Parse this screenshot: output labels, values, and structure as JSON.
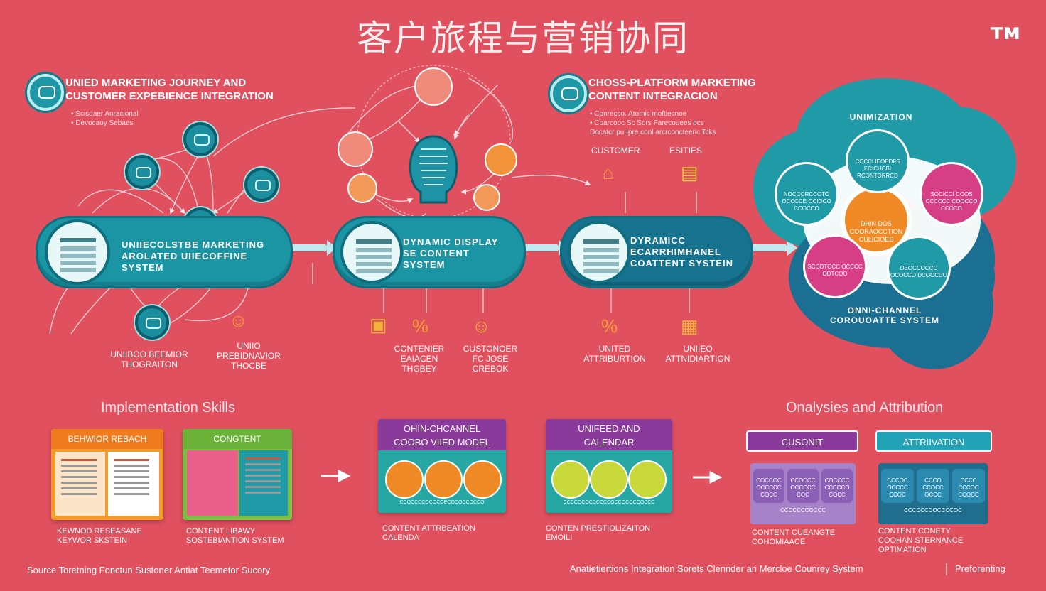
{
  "title": "客户旅程与营销协同",
  "logo": "ᴛᴍ",
  "section1": {
    "heading_line1": "UNIED MARKETING JOURNEY AND",
    "heading_line2": "CUSTOMER EXPEBIENCE INTEGRATION",
    "bullet1": "• Scisdaer Anracional",
    "bullet2": "• Devocaoy Sebaes"
  },
  "section2": {
    "heading_line1": "CHOSS-PLATFORM MARKETING",
    "heading_line2": "CONTENT INTEGRACION",
    "bullet1": "• Conrecco. Atomic moftiecnoe",
    "bullet2": "• Coarcooc Sc Sors Farecouees bcs",
    "bullet3": "Docatcr pu Ipre conl arcrconcteeric Tcks",
    "label_customer": "CUSTOMER",
    "label_entities": "ESITIES"
  },
  "pills": [
    {
      "line1": "UNIIECOLSTBE MARKETING",
      "line2": "AROLATED UIIECOFFINE SYSTEM"
    },
    {
      "line1": "DYNAMIC DISPLAY",
      "line2": "SE CONTENT",
      "line3": "SYSTEM"
    },
    {
      "line1": "DYRAMICC",
      "line2": "ECARRHIMHANEL",
      "line3": "COATTENT SYSTEIN"
    }
  ],
  "bottom_labels": [
    {
      "line1": "UNIIBOO BEEMIOR",
      "line2": "THOGRAITON"
    },
    {
      "line1": "UNIIO",
      "line2": "PREBIDNAVIOR",
      "line3": "THOCBE"
    },
    {
      "line1": "CONTENIER",
      "line2": "EAIACEN",
      "line3": "THGBEY"
    },
    {
      "line1": "CUSTONOER",
      "line2": "FC JOSE",
      "line3": "CREBOK"
    },
    {
      "line1": "UNITED",
      "line2": "ATTRIBURTION"
    },
    {
      "line1": "UNIIEO",
      "line2": "ATTNIDIARTION"
    }
  ],
  "cloud": {
    "top_label": "UNIMIZATION",
    "bottom_label_line1": "ONNI-CHANNEL",
    "bottom_label_line2": "COROUOATTE SYSTEM",
    "center_line1": "DHIN DOS",
    "center_line2": "COORAOCCTION",
    "center_line3": "CULICIOES",
    "sat_top": "COCCLIEOEDFS ECICHCBI RCONTORRCD",
    "sat_left": "NOCCORCCOTO OCCCCE OCIOCO CCOCCO",
    "sat_right": "SOCICCI COOS CCCCCC COOCCO CCOCO",
    "sat_bottom_left": "SCCOTOCC OCCCC ODTCOO",
    "sat_bottom_right": "DEOCCOCCC OCOCCO DCOOCCO"
  },
  "implementation": {
    "heading": "Implementation Skills",
    "card1_head": "BEHWIOR REBACH",
    "card1_label_line1": "KEWNOD RESEASANE",
    "card1_label_line2": "KEYWOR SKSTEIN",
    "card2_head": "CONGTENT",
    "card2_label_line1": "CONTENT LIBAWY",
    "card2_label_line2": "SOSTEBIANTION SYSTEM",
    "card3_head_line1": "OHIN-CHCANNEL",
    "card3_head_line2": "COOBO VIIED MODEL",
    "card3_caption": "CCOCCCCOCOCOECOCOCCOCCO",
    "card3_label_line1": "CONTENT ATTRBEATION",
    "card3_label_line2": "CALENDA",
    "card4_head_line1": "UNIFEED AND",
    "card4_head_line2": "CALENDAR",
    "card4_caption": "CCCCOCOCCCCCCOCCOCOCCOCCC",
    "card4_label_line1": "CONTEN PRESTIOLIZAITON",
    "card4_label_line2": "EMOILI"
  },
  "analysis": {
    "heading": "Onalysies and Attribution",
    "chip1_head": "CUSONIT",
    "chip1_cells": [
      "COCCOC OCCCCC COCC",
      "CCOCCC OCCCCC COC",
      "COCCCC CCCCCO COCC"
    ],
    "chip1_footer": "CCCCCCCOCCC",
    "chip1_label_line1": "CONTENT CUEANGTE",
    "chip1_label_line2": "COHOMIAACE",
    "chip2_head": "ATTRIIVATION",
    "chip2_cells": [
      "CCCOC OCCCC CCOC",
      "CCCO CCOCC OCCC",
      "CCCC CCCOC CCOCC"
    ],
    "chip2_footer": "CCCCCCCOCCCCOC",
    "chip2_label_line1": "CONTENT CONETY",
    "chip2_label_line2": "COOHAN STERNANCE",
    "chip2_label_line3": "OPTIMATION"
  },
  "footer": {
    "left": "Source Toretning Fonctun Sustoner Antiat Teemetor Sucory",
    "right": "Anatietiertions Integration Sorets Clennder ari Mercloe Counrey System",
    "right_extra": "Preforenting"
  },
  "colors": {
    "background": "#e0505f",
    "teal": "#1f9aa6",
    "dark_teal": "#17728f",
    "orange": "#f08a27",
    "magenta": "#d63f86",
    "purple": "#8a3a9a"
  }
}
